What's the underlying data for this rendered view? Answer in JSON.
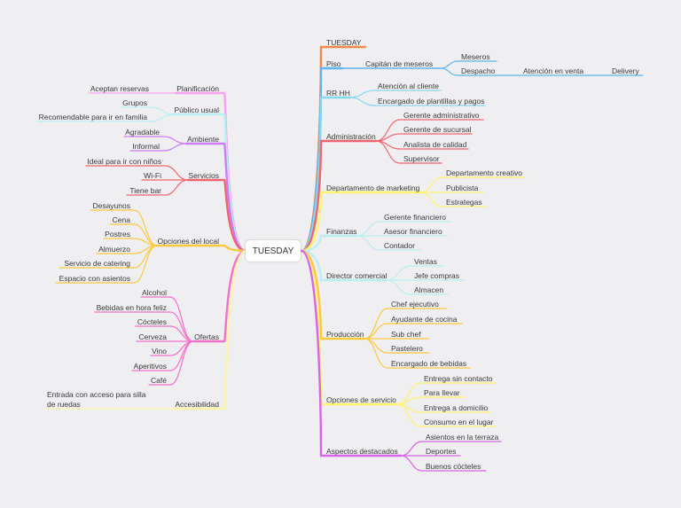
{
  "center": {
    "label": "TUESDAY"
  },
  "colors": {
    "orange": "#f28a4b",
    "blue": "#5fb4ef",
    "cyan": "#86d8f0",
    "red": "#f06470",
    "yellow": "#fff36b",
    "paleyellow": "#fff3a8",
    "lightcyan": "#b9eff3",
    "amber": "#fcc840",
    "pink": "#f36fc8",
    "violet": "#d764e9",
    "magenta": "#f9a0f0",
    "lavender": "#cd7df4"
  },
  "left_branches": [
    {
      "label": "Planificación",
      "color": "magenta",
      "children": [
        "Aceptan reservas"
      ]
    },
    {
      "label": "Público usual",
      "color": "lightcyan",
      "children": [
        "Grupos",
        "Recomendable para ir en familia"
      ]
    },
    {
      "label": "Ambiente",
      "color": "lavender",
      "children": [
        "Agradable",
        "Informal"
      ]
    },
    {
      "label": "Servicios",
      "color": "red",
      "children": [
        "Ideal para ir con niños",
        "Wi-Fi",
        "Tiene bar"
      ]
    },
    {
      "label": "Opciones del local",
      "color": "amber",
      "children": [
        "Desayunos",
        "Cena",
        "Postres",
        "Almuerzo",
        "Servicio de catering",
        "Espacio con asientos"
      ]
    },
    {
      "label": "Ofertas",
      "color": "pink",
      "children": [
        "Alcohol",
        "Bebidas en hora feliz",
        "Cócteles",
        "Cerveza",
        "Vino",
        "Aperitivos",
        "Café"
      ]
    },
    {
      "label": "Accesibilidad",
      "color": "paleyellow",
      "children": [
        "Entrada con acceso para silla",
        "de ruedas"
      ]
    }
  ],
  "right_branches": [
    {
      "label": "TUESDAY",
      "color": "orange",
      "children": []
    },
    {
      "label": "Piso",
      "color": "blue",
      "sub": "Capitán de meseros",
      "children": [
        "Meseros",
        "Despacho",
        "Atención en venta",
        "Delivery"
      ]
    },
    {
      "label": "RR HH",
      "color": "cyan",
      "children": [
        "Atención al cliente",
        "Encargado de plantillas y pagos"
      ]
    },
    {
      "label": "Administración",
      "color": "red",
      "children": [
        "Gerente administrativo",
        "Gerente de sucursal",
        "Analista de calidad",
        "Supervisor"
      ]
    },
    {
      "label": "Departamento de marketing",
      "color": "yellow",
      "children": [
        "Departamento creativo",
        "Publicista",
        "Estrategas"
      ]
    },
    {
      "label": "Finanzas",
      "color": "lightcyan",
      "children": [
        "Gerente financiero",
        "Asesor financiero",
        "Contador"
      ]
    },
    {
      "label": "Director comercial",
      "color": "lightcyan",
      "children": [
        "Ventas",
        "Jefe compras",
        "Almacen"
      ]
    },
    {
      "label": "Producción",
      "color": "amber",
      "children": [
        "Chef ejecutivo",
        "Ayudante de cocina",
        "Sub chef",
        "Pastelero",
        "Encargado de bebidas"
      ]
    },
    {
      "label": "Opciones de servicio",
      "color": "yellow",
      "children": [
        "Entrega sin contacto",
        "Para llevar",
        "Entrega a domicilio",
        "Consumo en el lugar"
      ]
    },
    {
      "label": "Aspectos destacados",
      "color": "violet",
      "children": [
        "Asientos en la terraza",
        "Deportes",
        "Buenos cócteles"
      ]
    }
  ]
}
